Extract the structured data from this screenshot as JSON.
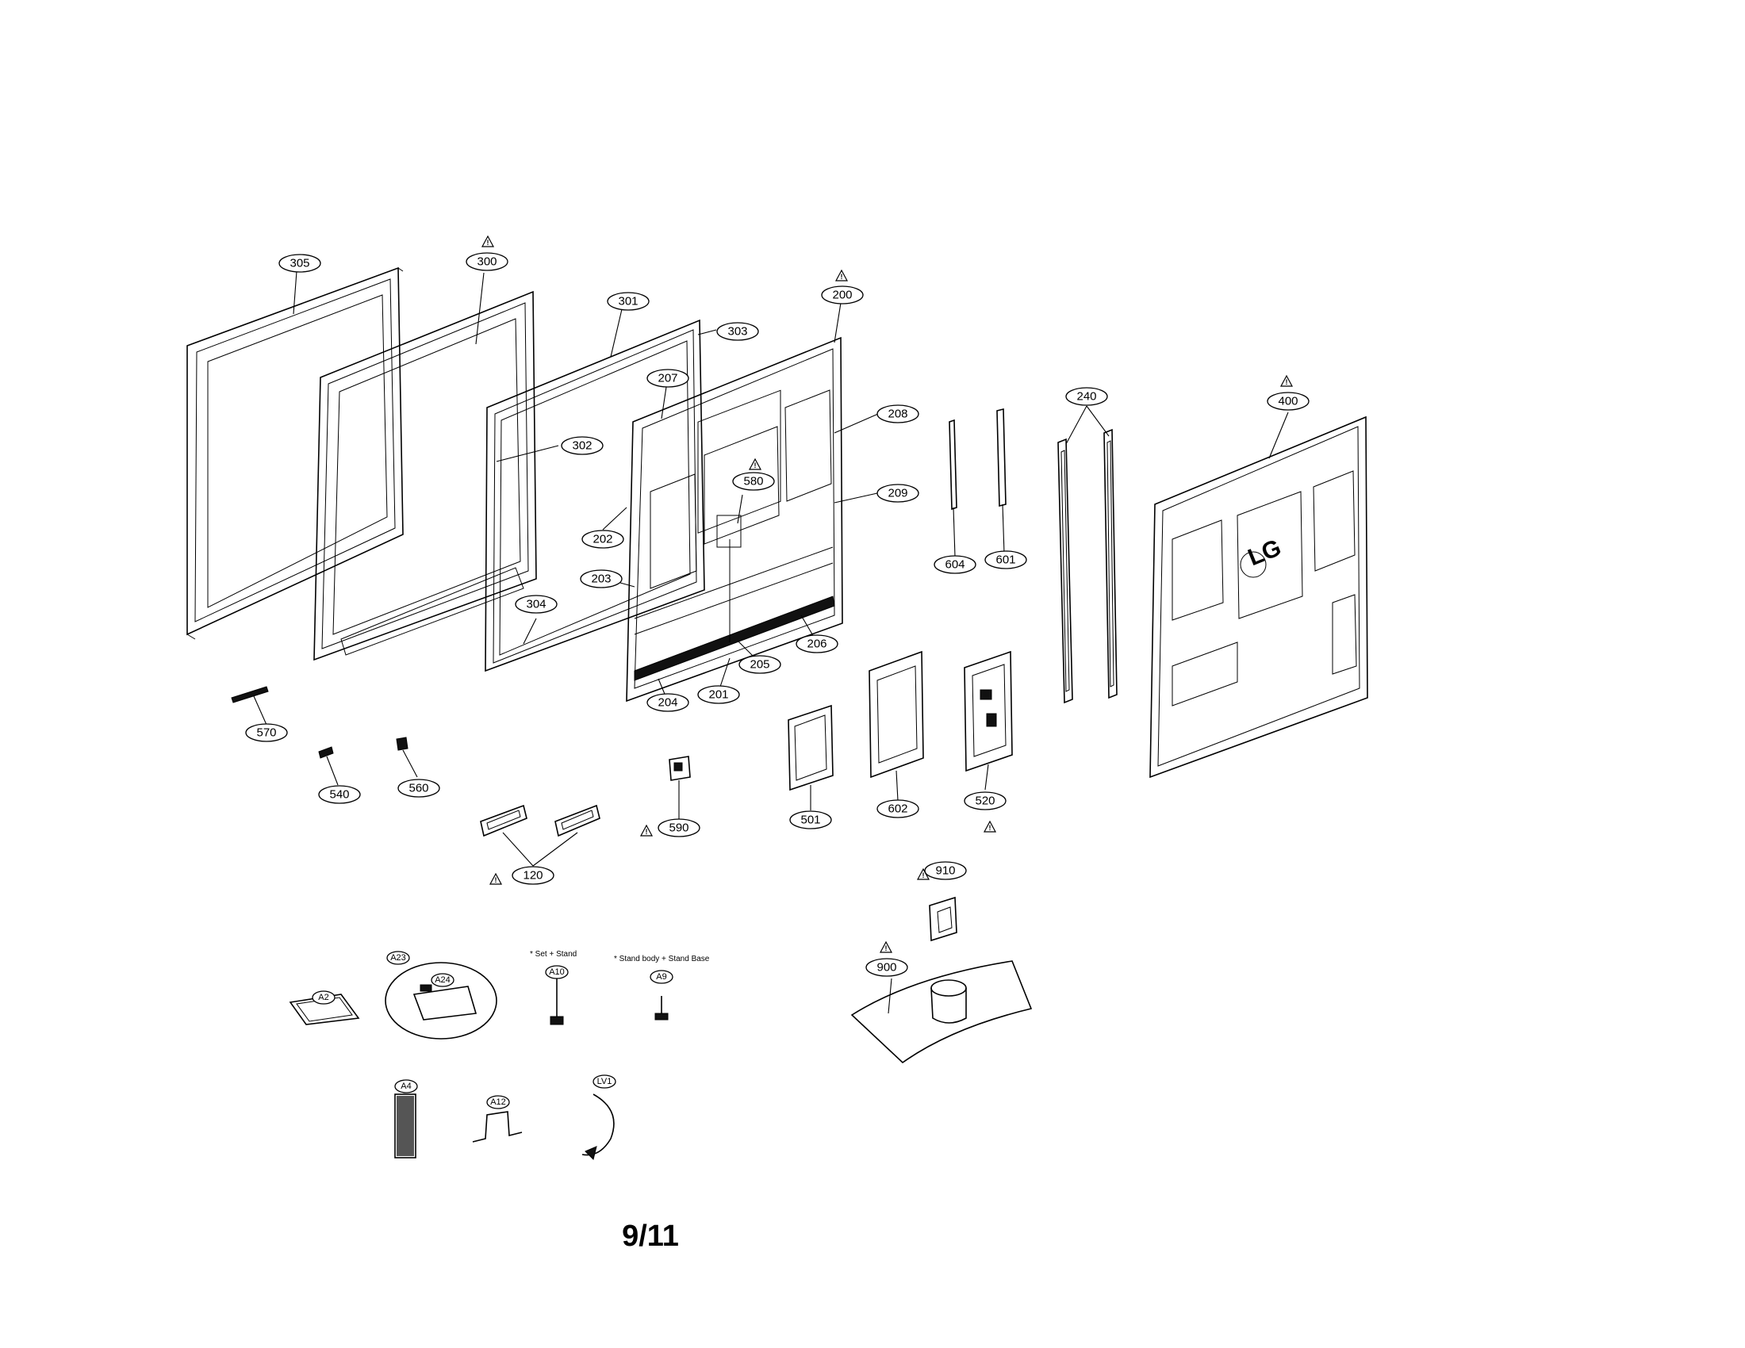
{
  "page_number": "9/11",
  "logo_text": "LG",
  "notes": {
    "set_stand": "* Set + Stand",
    "stand_body_base": "* Stand body + Stand Base"
  },
  "callouts": {
    "c305": "305",
    "c300": "300",
    "c301": "301",
    "c303": "303",
    "c200": "200",
    "c207": "207",
    "c208": "208",
    "c302": "302",
    "c580": "580",
    "c209": "209",
    "c202": "202",
    "c203": "203",
    "c304": "304",
    "c206": "206",
    "c205": "205",
    "c204": "204",
    "c201": "201",
    "c240": "240",
    "c400": "400",
    "c604": "604",
    "c601": "601",
    "c570": "570",
    "c540": "540",
    "c560": "560",
    "c590": "590",
    "c501": "501",
    "c602": "602",
    "c520": "520",
    "c120": "120",
    "c910": "910",
    "c900": "900",
    "cA2": "A2",
    "cA23": "A23",
    "cA24": "A24",
    "cA10": "A10",
    "cA9": "A9",
    "cA4": "A4",
    "cA12": "A12",
    "cLV1": "LV1"
  },
  "warning_symbol": "!"
}
